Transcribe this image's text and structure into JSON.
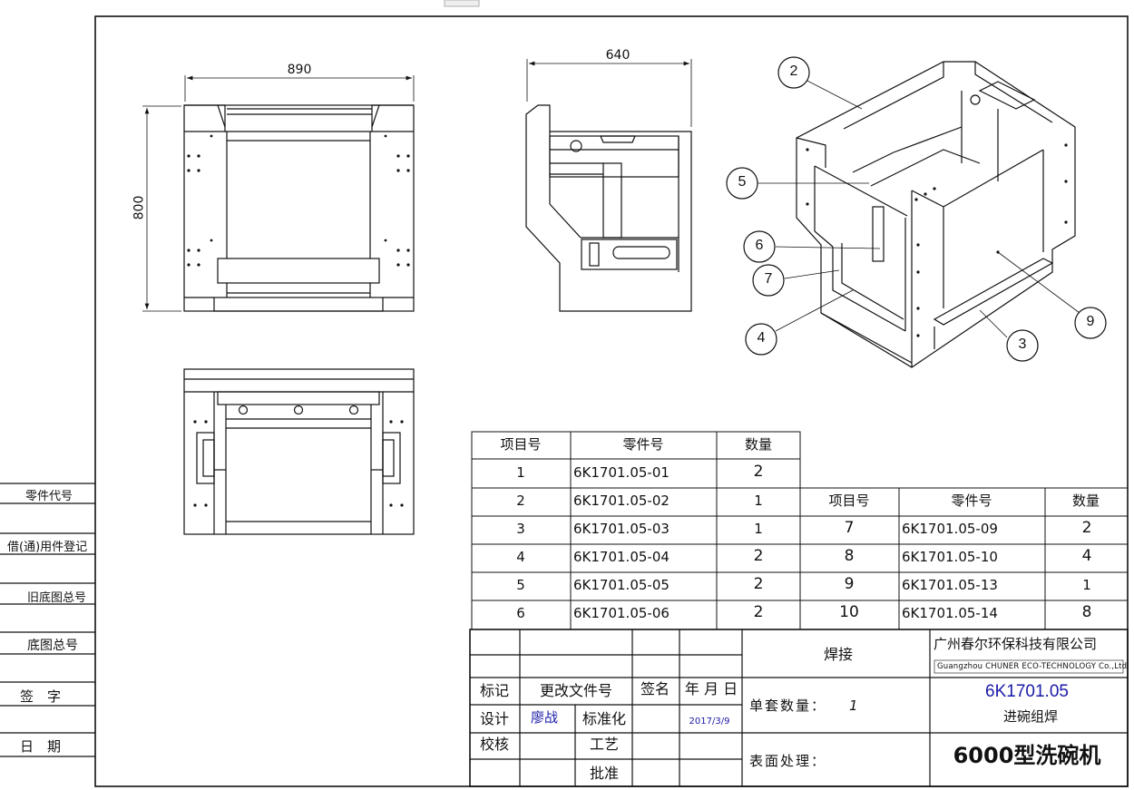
{
  "side_labels": [
    "零件代号",
    "借(通)用件登记",
    "旧底图总号",
    "底图总号",
    "签　字",
    "日　期"
  ],
  "dimensions": {
    "width_front": "890",
    "height_front": "800",
    "width_side": "640"
  },
  "balloons": [
    "2",
    "5",
    "6",
    "7",
    "4",
    "3",
    "9"
  ],
  "bom_left": {
    "headers": [
      "项目号",
      "零件号",
      "数量"
    ],
    "rows": [
      {
        "item": "1",
        "part": "6K1701.05-01",
        "qty": "2"
      },
      {
        "item": "2",
        "part": "6K1701.05-02",
        "qty": "1"
      },
      {
        "item": "3",
        "part": "6K1701.05-03",
        "qty": "1"
      },
      {
        "item": "4",
        "part": "6K1701.05-04",
        "qty": "2"
      },
      {
        "item": "5",
        "part": "6K1701.05-05",
        "qty": "2"
      },
      {
        "item": "6",
        "part": "6K1701.05-06",
        "qty": "2"
      }
    ]
  },
  "bom_right": {
    "headers": [
      "项目号",
      "零件号",
      "数量"
    ],
    "rows": [
      {
        "item": "7",
        "part": "6K1701.05-09",
        "qty": "2"
      },
      {
        "item": "8",
        "part": "6K1701.05-10",
        "qty": "4"
      },
      {
        "item": "9",
        "part": "6K1701.05-13",
        "qty": "1"
      },
      {
        "item": "10",
        "part": "6K1701.05-14",
        "qty": "8"
      }
    ]
  },
  "title_block": {
    "mark": "标记",
    "change_doc": "更改文件号",
    "signature": "签名",
    "date_hdr": "年 月 日",
    "design": "设计",
    "designer": "廖战",
    "standardize": "标准化",
    "date": "2017/3/9",
    "check": "校核",
    "process": "工艺",
    "approve": "批准",
    "material": "焊接",
    "qty_per_set": "单套数量：",
    "qty_value": "1",
    "surface": "表面处理：",
    "company": "广州春尔环保科技有限公司",
    "company_en": "Guangzhou CHUNER ECO-TECHNOLOGY Co.,Ltd.",
    "drawing_no": "6K1701.05",
    "part_name": "进碗组焊",
    "product": "6000型洗碗机"
  }
}
